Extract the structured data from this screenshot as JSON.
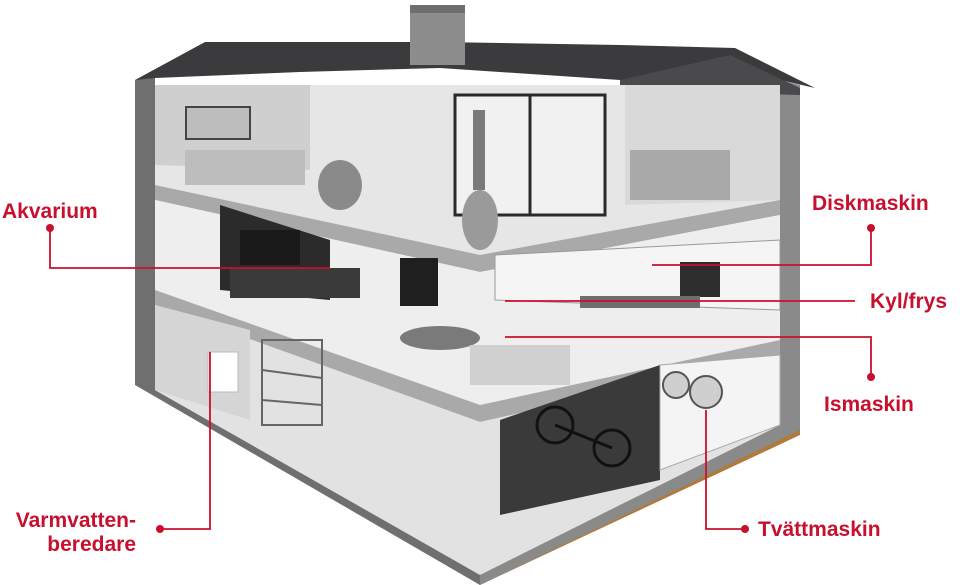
{
  "accent_color": "#c8102e",
  "labels": {
    "akvarium": "Akvarium",
    "diskmaskin": "Diskmaskin",
    "kyl_frys": "Kyl/frys",
    "ismaskin": "Ismaskin",
    "varmvatten_line1": "Varmvatten-",
    "varmvatten_line2": "beredare",
    "tvattmaskin": "Tvättmaskin"
  }
}
